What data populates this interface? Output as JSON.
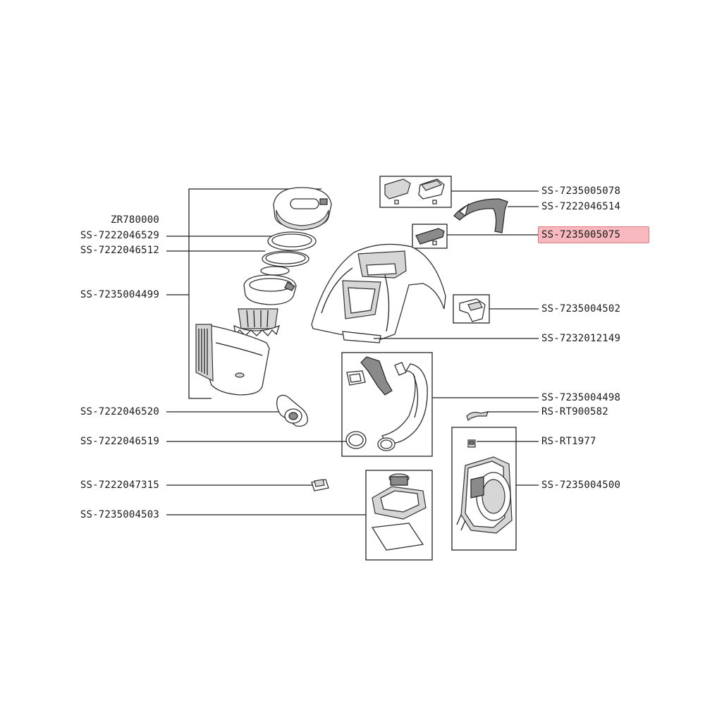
{
  "diagram": {
    "labels": {
      "zr780000": "ZR780000",
      "ss7222046529": "SS-7222046529",
      "ss7222046512": "SS-7222046512",
      "ss7235004499": "SS-7235004499",
      "ss7222046520": "SS-7222046520",
      "ss7222046519": "SS-7222046519",
      "ss7222047315": "SS-7222047315",
      "ss7235004503": "SS-7235004503",
      "ss7235005078": "SS-7235005078",
      "ss7222046514": "SS-7222046514",
      "ss7235005075": "SS-7235005075",
      "ss7235004502": "SS-7235004502",
      "ss7232012149": "SS-7232012149",
      "ss7235004498": "SS-7235004498",
      "rsrt900582": "RS-RT900582",
      "rsrt1977": "RS-RT1977",
      "ss7235004500": "SS-7235004500"
    },
    "highlighted_part": "SS-7235005075",
    "highlight_color": "#f7b9bd"
  }
}
